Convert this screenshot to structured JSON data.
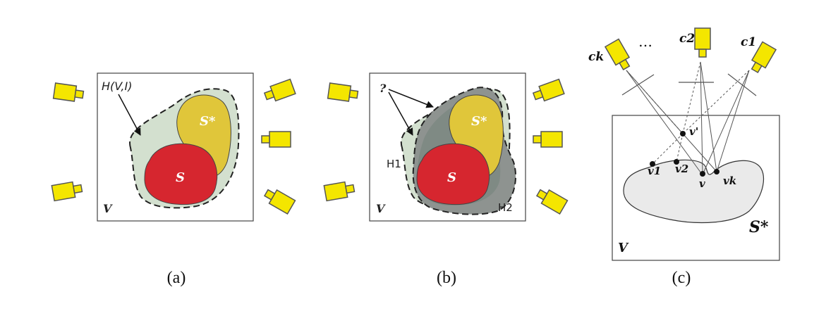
{
  "panels": {
    "a": {
      "caption": "(a)",
      "volume_label": "V",
      "hull_label": "H(V,I)",
      "object_label": "S",
      "target_label": "S*",
      "colors": {
        "hull": "#d3e0cf",
        "object": "#d6262f",
        "target": "#e0c63a"
      }
    },
    "b": {
      "caption": "(b)",
      "volume_label": "V",
      "question_label": "?",
      "hull1_label": "H1",
      "hull2_label": "H2",
      "object_label": "S",
      "target_label": "S*",
      "colors": {
        "hull1": "#d3e0cf",
        "hull2": "#969b98",
        "overlap": "#7f8a84"
      }
    },
    "c": {
      "caption": "(c)",
      "volume_label": "V",
      "surface_label": "S*",
      "camera_labels": [
        "ck",
        "c2",
        "c1"
      ],
      "dots_label": "…",
      "point_labels": {
        "v1": "v1",
        "v2": "v2",
        "v": "v",
        "vk": "vk",
        "vprime": "v'"
      },
      "colors": {
        "surface": "#eaeaea"
      }
    }
  },
  "icons": {
    "camera": "camera-icon"
  },
  "colors": {
    "camera_body": "#f4e600",
    "camera_outline": "#555555"
  }
}
